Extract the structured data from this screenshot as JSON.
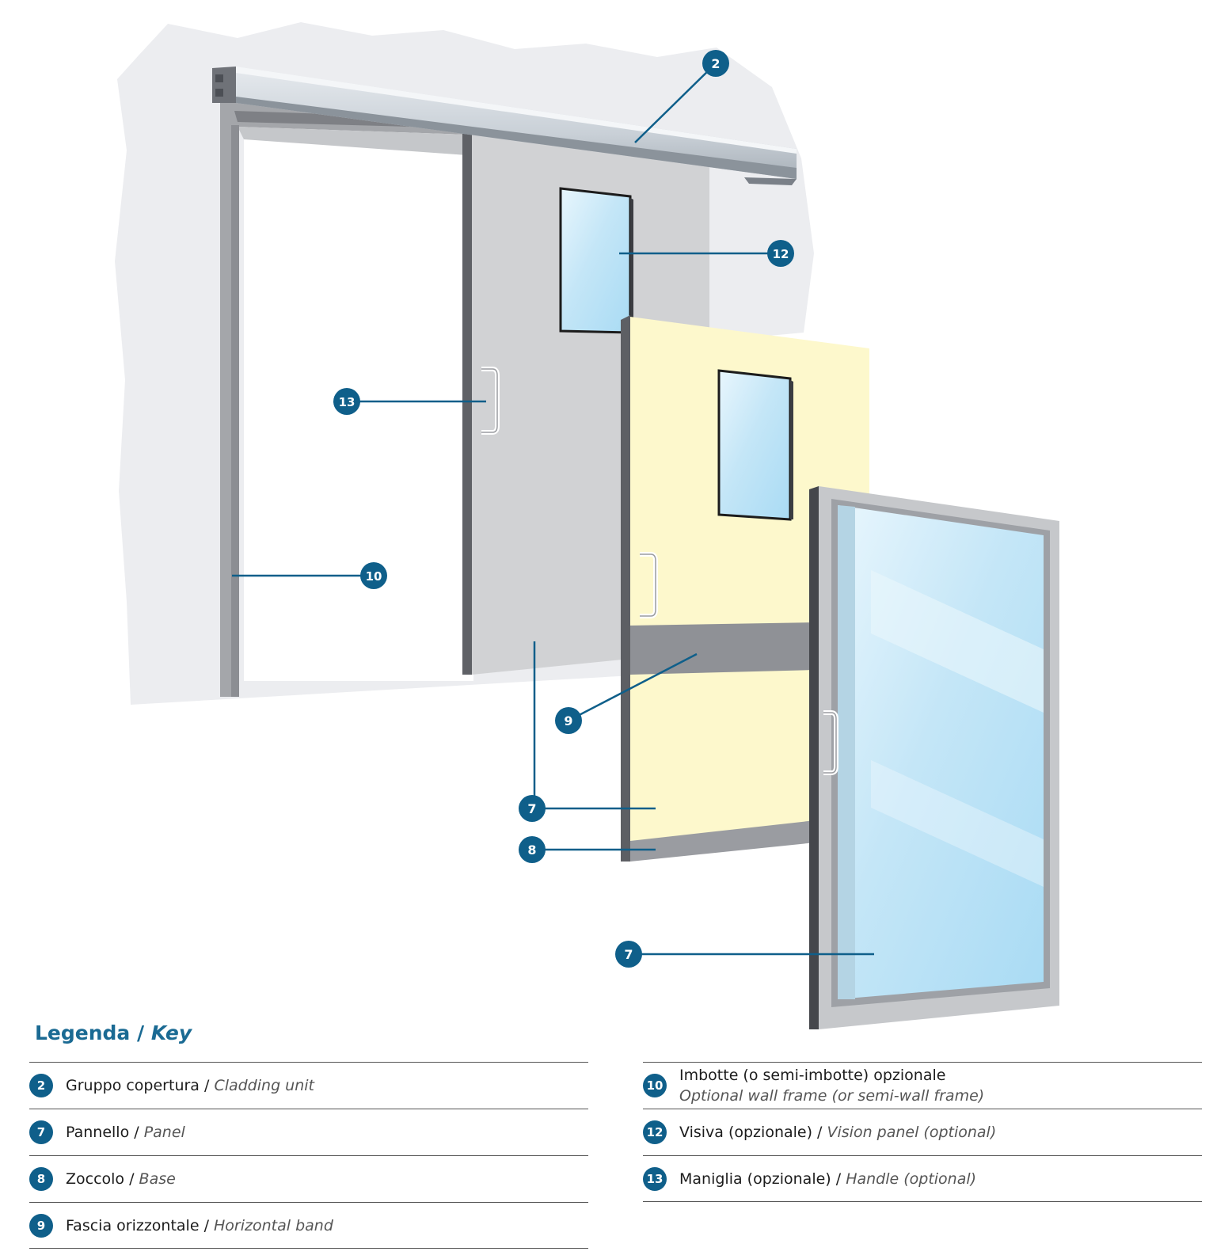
{
  "callouts": [
    {
      "number": "2"
    },
    {
      "number": "12"
    },
    {
      "number": "13"
    },
    {
      "number": "10"
    },
    {
      "number": "9"
    },
    {
      "number": "7"
    },
    {
      "number": "8"
    },
    {
      "number": "7"
    }
  ],
  "legend": {
    "title_it": "Legenda",
    "separator": " / ",
    "title_en": "Key",
    "items": [
      {
        "number": "2",
        "it": "Gruppo copertura",
        "sep": " / ",
        "en": "Cladding unit"
      },
      {
        "number": "7",
        "it": "Pannello",
        "sep": " / ",
        "en": "Panel"
      },
      {
        "number": "8",
        "it": "Zoccolo",
        "sep": " / ",
        "en": "Base"
      },
      {
        "number": "9",
        "it": "Fascia orizzontale",
        "sep": " / ",
        "en": "Horizontal band"
      },
      {
        "number": "10",
        "it": "Imbotte (o semi-imbotte) opzionale",
        "sep": "",
        "en": "Optional wall frame (or semi-wall frame)"
      },
      {
        "number": "12",
        "it": "Visiva (opzionale)",
        "sep": " / ",
        "en": "Vision panel (optional)"
      },
      {
        "number": "13",
        "it": "Maniglia (opzionale)",
        "sep": " / ",
        "en": "Handle (optional)"
      }
    ]
  },
  "colors": {
    "badge": "#0f5f8a",
    "wall": "#ecedf0",
    "panel_grey": "#d1d2d4",
    "panel_yellow": "#fdf8cc",
    "band": "#8f9196",
    "glass": "#b9e1f5"
  }
}
